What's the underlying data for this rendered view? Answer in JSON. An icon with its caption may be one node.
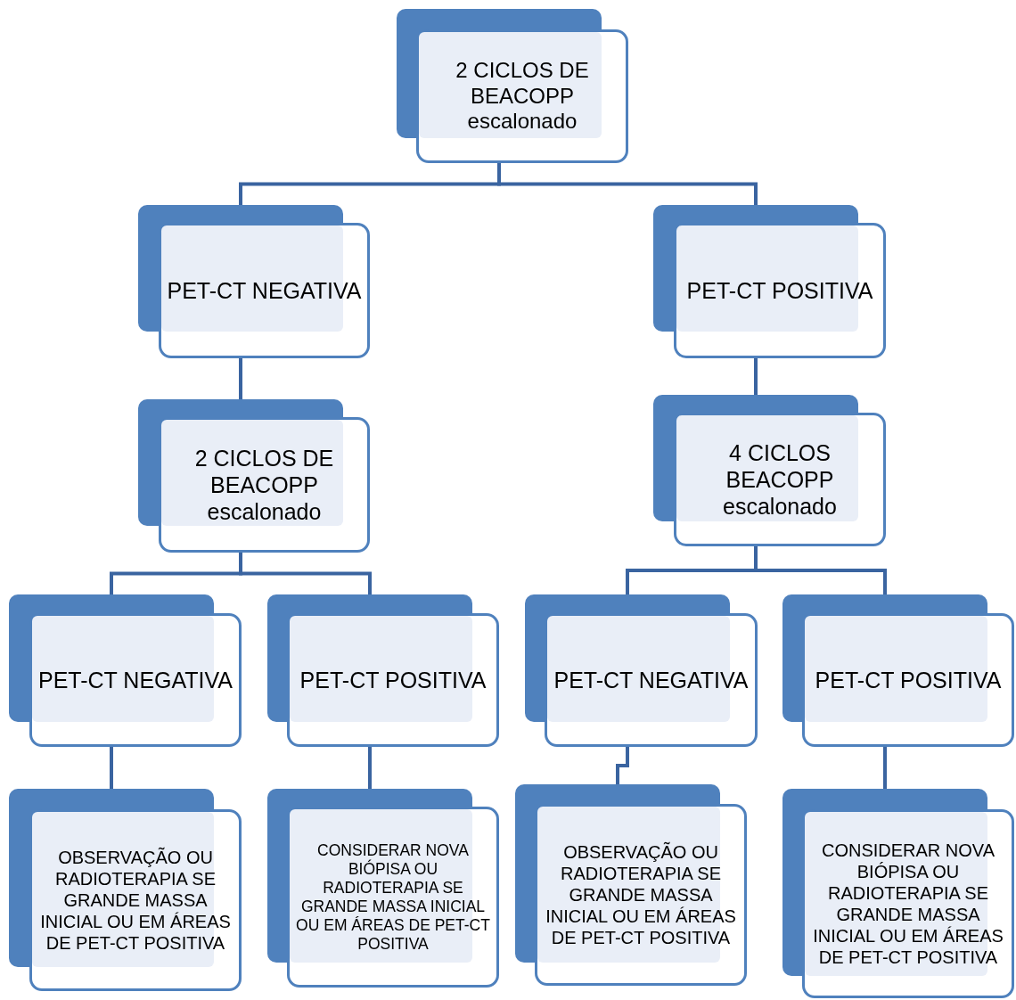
{
  "diagram": {
    "nodes": [
      {
        "text": [
          "2 CICLOS DE BEACOPP escalonado"
        ]
      },
      {
        "text": [
          "PET-CT NEGATIVA"
        ]
      },
      {
        "text": [
          "PET-CT POSITIVA"
        ]
      },
      {
        "text": [
          "2 CICLOS DE BEACOPP escalonado"
        ]
      },
      {
        "text": [
          "4 CICLOS BEACOPP escalonado"
        ]
      },
      {
        "text": [
          "PET-CT NEGATIVA"
        ]
      },
      {
        "text": [
          "PET-CT POSITIVA"
        ]
      },
      {
        "text": [
          "PET-CT NEGATIVA"
        ]
      },
      {
        "text": [
          "PET-CT POSITIVA"
        ]
      },
      {
        "text": [
          "OBSERVAÇÃO OU RADIOTERAPIA SE GRANDE MASSA INICIAL OU EM ÁREAS DE PET-CT POSITIVA"
        ]
      },
      {
        "text": [
          "CONSIDERAR NOVA BIÓPISA OU RADIOTERAPIA SE GRANDE MASSA INICIAL OU EM ÁREAS DE PET-CT POSITIVA"
        ]
      },
      {
        "text": [
          "OBSERVAÇÃO OU RADIOTERAPIA SE GRANDE MASSA INICIAL OU EM ÁREAS DE PET-CT POSITIVA"
        ]
      },
      {
        "text": [
          "CONSIDERAR NOVA BIÓPISA OU RADIOTERAPIA SE GRANDE MASSA INICIAL OU EM ÁREAS DE PET-CT POSITIVA"
        ]
      }
    ],
    "edges": [
      {
        "from": 0,
        "to": 1,
        "arrow": "none"
      },
      {
        "from": 0,
        "to": 2,
        "arrow": "none"
      },
      {
        "from": 1,
        "to": 3,
        "arrow": "none"
      },
      {
        "from": 2,
        "to": 4,
        "arrow": "none"
      },
      {
        "from": 3,
        "to": 5,
        "arrow": "none"
      },
      {
        "from": 3,
        "to": 6,
        "arrow": "none"
      },
      {
        "from": 4,
        "to": 7,
        "arrow": "none"
      },
      {
        "from": 4,
        "to": 8,
        "arrow": "none"
      },
      {
        "from": 5,
        "to": 9,
        "arrow": "none"
      },
      {
        "from": 6,
        "to": 10,
        "arrow": "none"
      },
      {
        "from": 7,
        "to": 11,
        "arrow": "none"
      },
      {
        "from": 8,
        "to": 12,
        "arrow": "none"
      }
    ]
  }
}
